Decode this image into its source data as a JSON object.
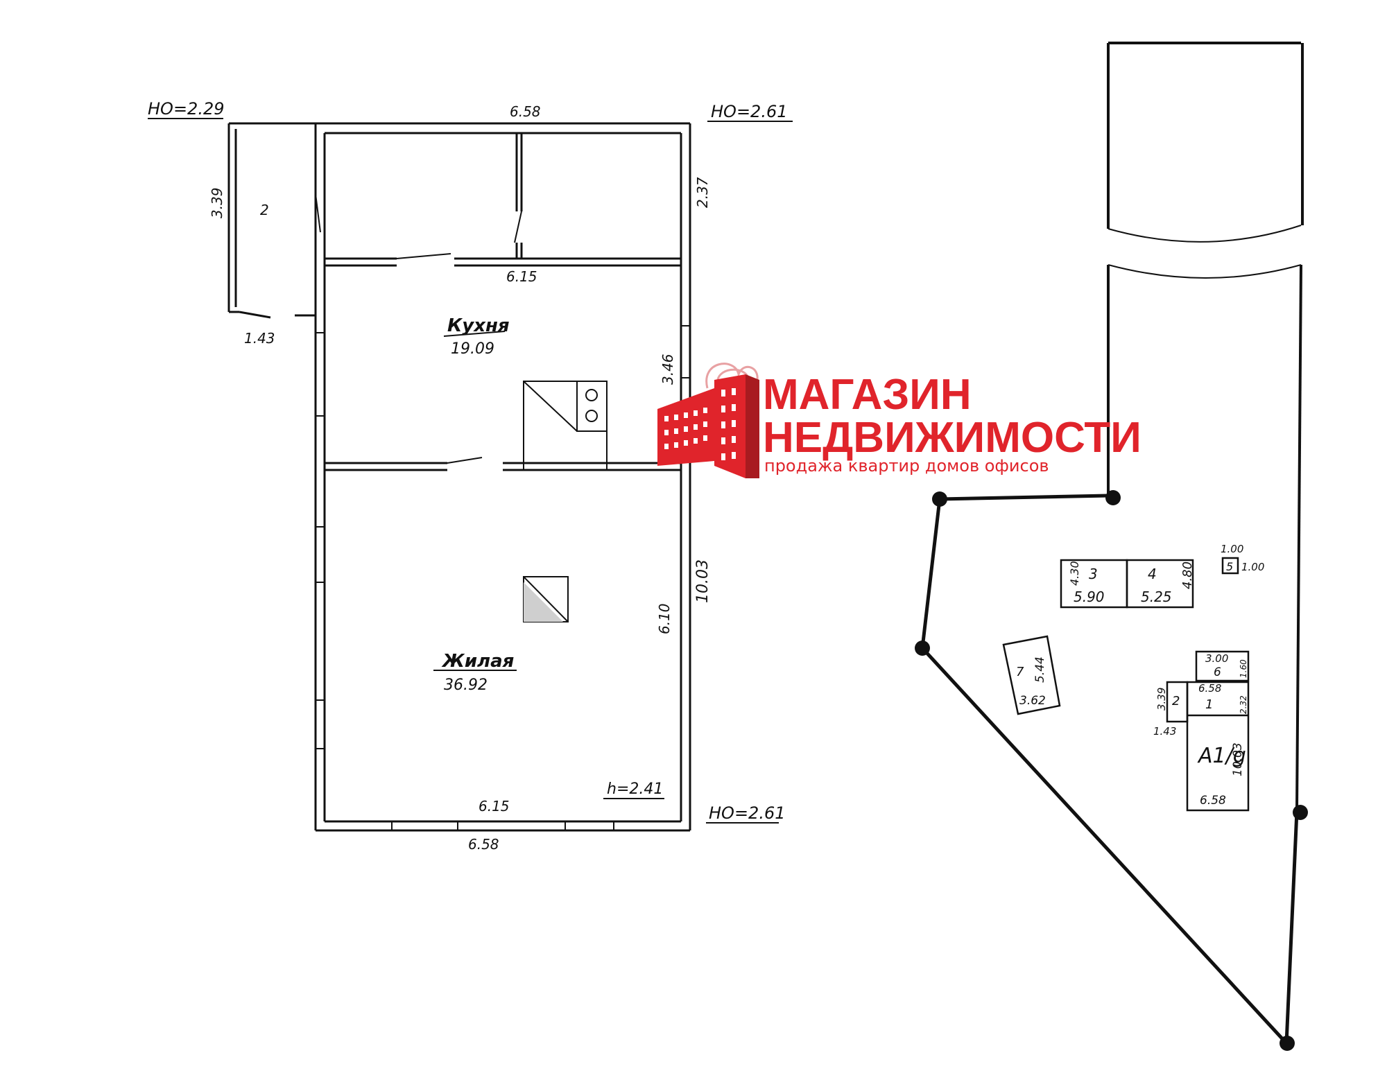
{
  "floor_plan": {
    "levels": {
      "top_left": "НО=2.29",
      "top_right": "НО=2.61",
      "bottom_right": "НО=2.61"
    },
    "dimensions": {
      "top_width": "6.58",
      "porch_height": "3.39",
      "porch_number": "2",
      "porch_width": "1.43",
      "right_upper": "2.37",
      "kitchen_wall": "6.15",
      "kitchen_right": "3.46",
      "living_right_inner": "6.10",
      "total_right": "10.03",
      "living_bottom_inner": "6.15",
      "bottom_width": "6.58",
      "ceiling_height": "h=2.41"
    },
    "rooms": {
      "kitchen_name": "Кухня",
      "kitchen_area": "19.09",
      "living_name": "Жилая",
      "living_area": "36.92"
    }
  },
  "site_plan": {
    "building_3": {
      "number": "3",
      "height": "4.30",
      "width": "5.90"
    },
    "building_4": {
      "number": "4",
      "height": "4.80",
      "width": "5.25"
    },
    "building_5": {
      "number": "5",
      "top": "1.00",
      "side": "1.00"
    },
    "building_7": {
      "number": "7",
      "height": "5.44",
      "width": "3.62"
    },
    "building_6": {
      "number": "6",
      "top": "3.00",
      "side": "1.60"
    },
    "main_house": {
      "label": "А1/g",
      "top": "6.58",
      "upper_side": "2.32",
      "number_1": "1",
      "length": "10.03",
      "bottom": "6.58"
    },
    "porch": {
      "number": "2",
      "height": "3.39",
      "width": "1.43"
    }
  },
  "logo": {
    "line1": "МАГАЗИН",
    "line2": "НЕДВИЖИМОСТИ",
    "tagline": "продажа квартир домов офисов",
    "color": "#e0242b"
  }
}
